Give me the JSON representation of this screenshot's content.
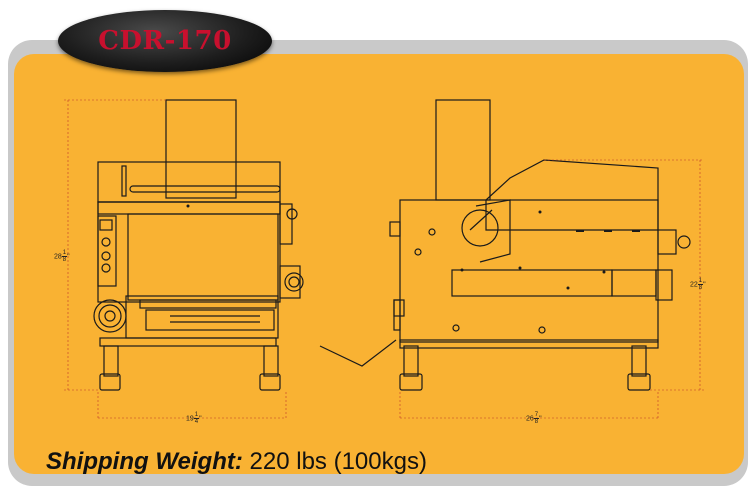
{
  "badge": {
    "model": "CDR-170"
  },
  "dimensions": {
    "height_front": {
      "whole": "28",
      "num": "1",
      "den": "8",
      "unit": "\""
    },
    "width_front": {
      "whole": "19",
      "num": "1",
      "den": "4",
      "unit": "\""
    },
    "width_side": {
      "whole": "26",
      "num": "7",
      "den": "8",
      "unit": "\""
    },
    "height_side": {
      "whole": "22",
      "num": "1",
      "den": "8",
      "unit": "\""
    }
  },
  "shipping": {
    "label": "Shipping Weight:",
    "value": "220 lbs (100kgs)"
  },
  "colors": {
    "background": "#f9b233",
    "frame": "#c9c9c9",
    "badge_text": "#c8102e"
  }
}
